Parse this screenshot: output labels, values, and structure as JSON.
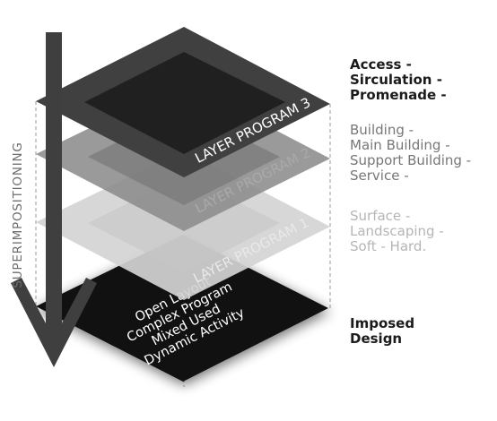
{
  "vertical_label": "SUPERIMPOSITIONING",
  "layers": {
    "layer3": "LAYER PROGRAM 3",
    "layer2": "LAYER PROGRAM 2",
    "layer1": "LAYER PROGRAM 1"
  },
  "base_lines": [
    "Open Layout",
    "Complex Program",
    "Mixed Used",
    "Dynamic Activity"
  ],
  "legend": {
    "access": [
      "Access -",
      "Sirculation -",
      "Promenade -"
    ],
    "building": [
      "Building -",
      "Main Building -",
      "Support Building -",
      "Service -"
    ],
    "surface": [
      "Surface -",
      "Landscaping -",
      "Soft - Hard."
    ],
    "imposed": [
      "Imposed",
      "Design"
    ]
  }
}
